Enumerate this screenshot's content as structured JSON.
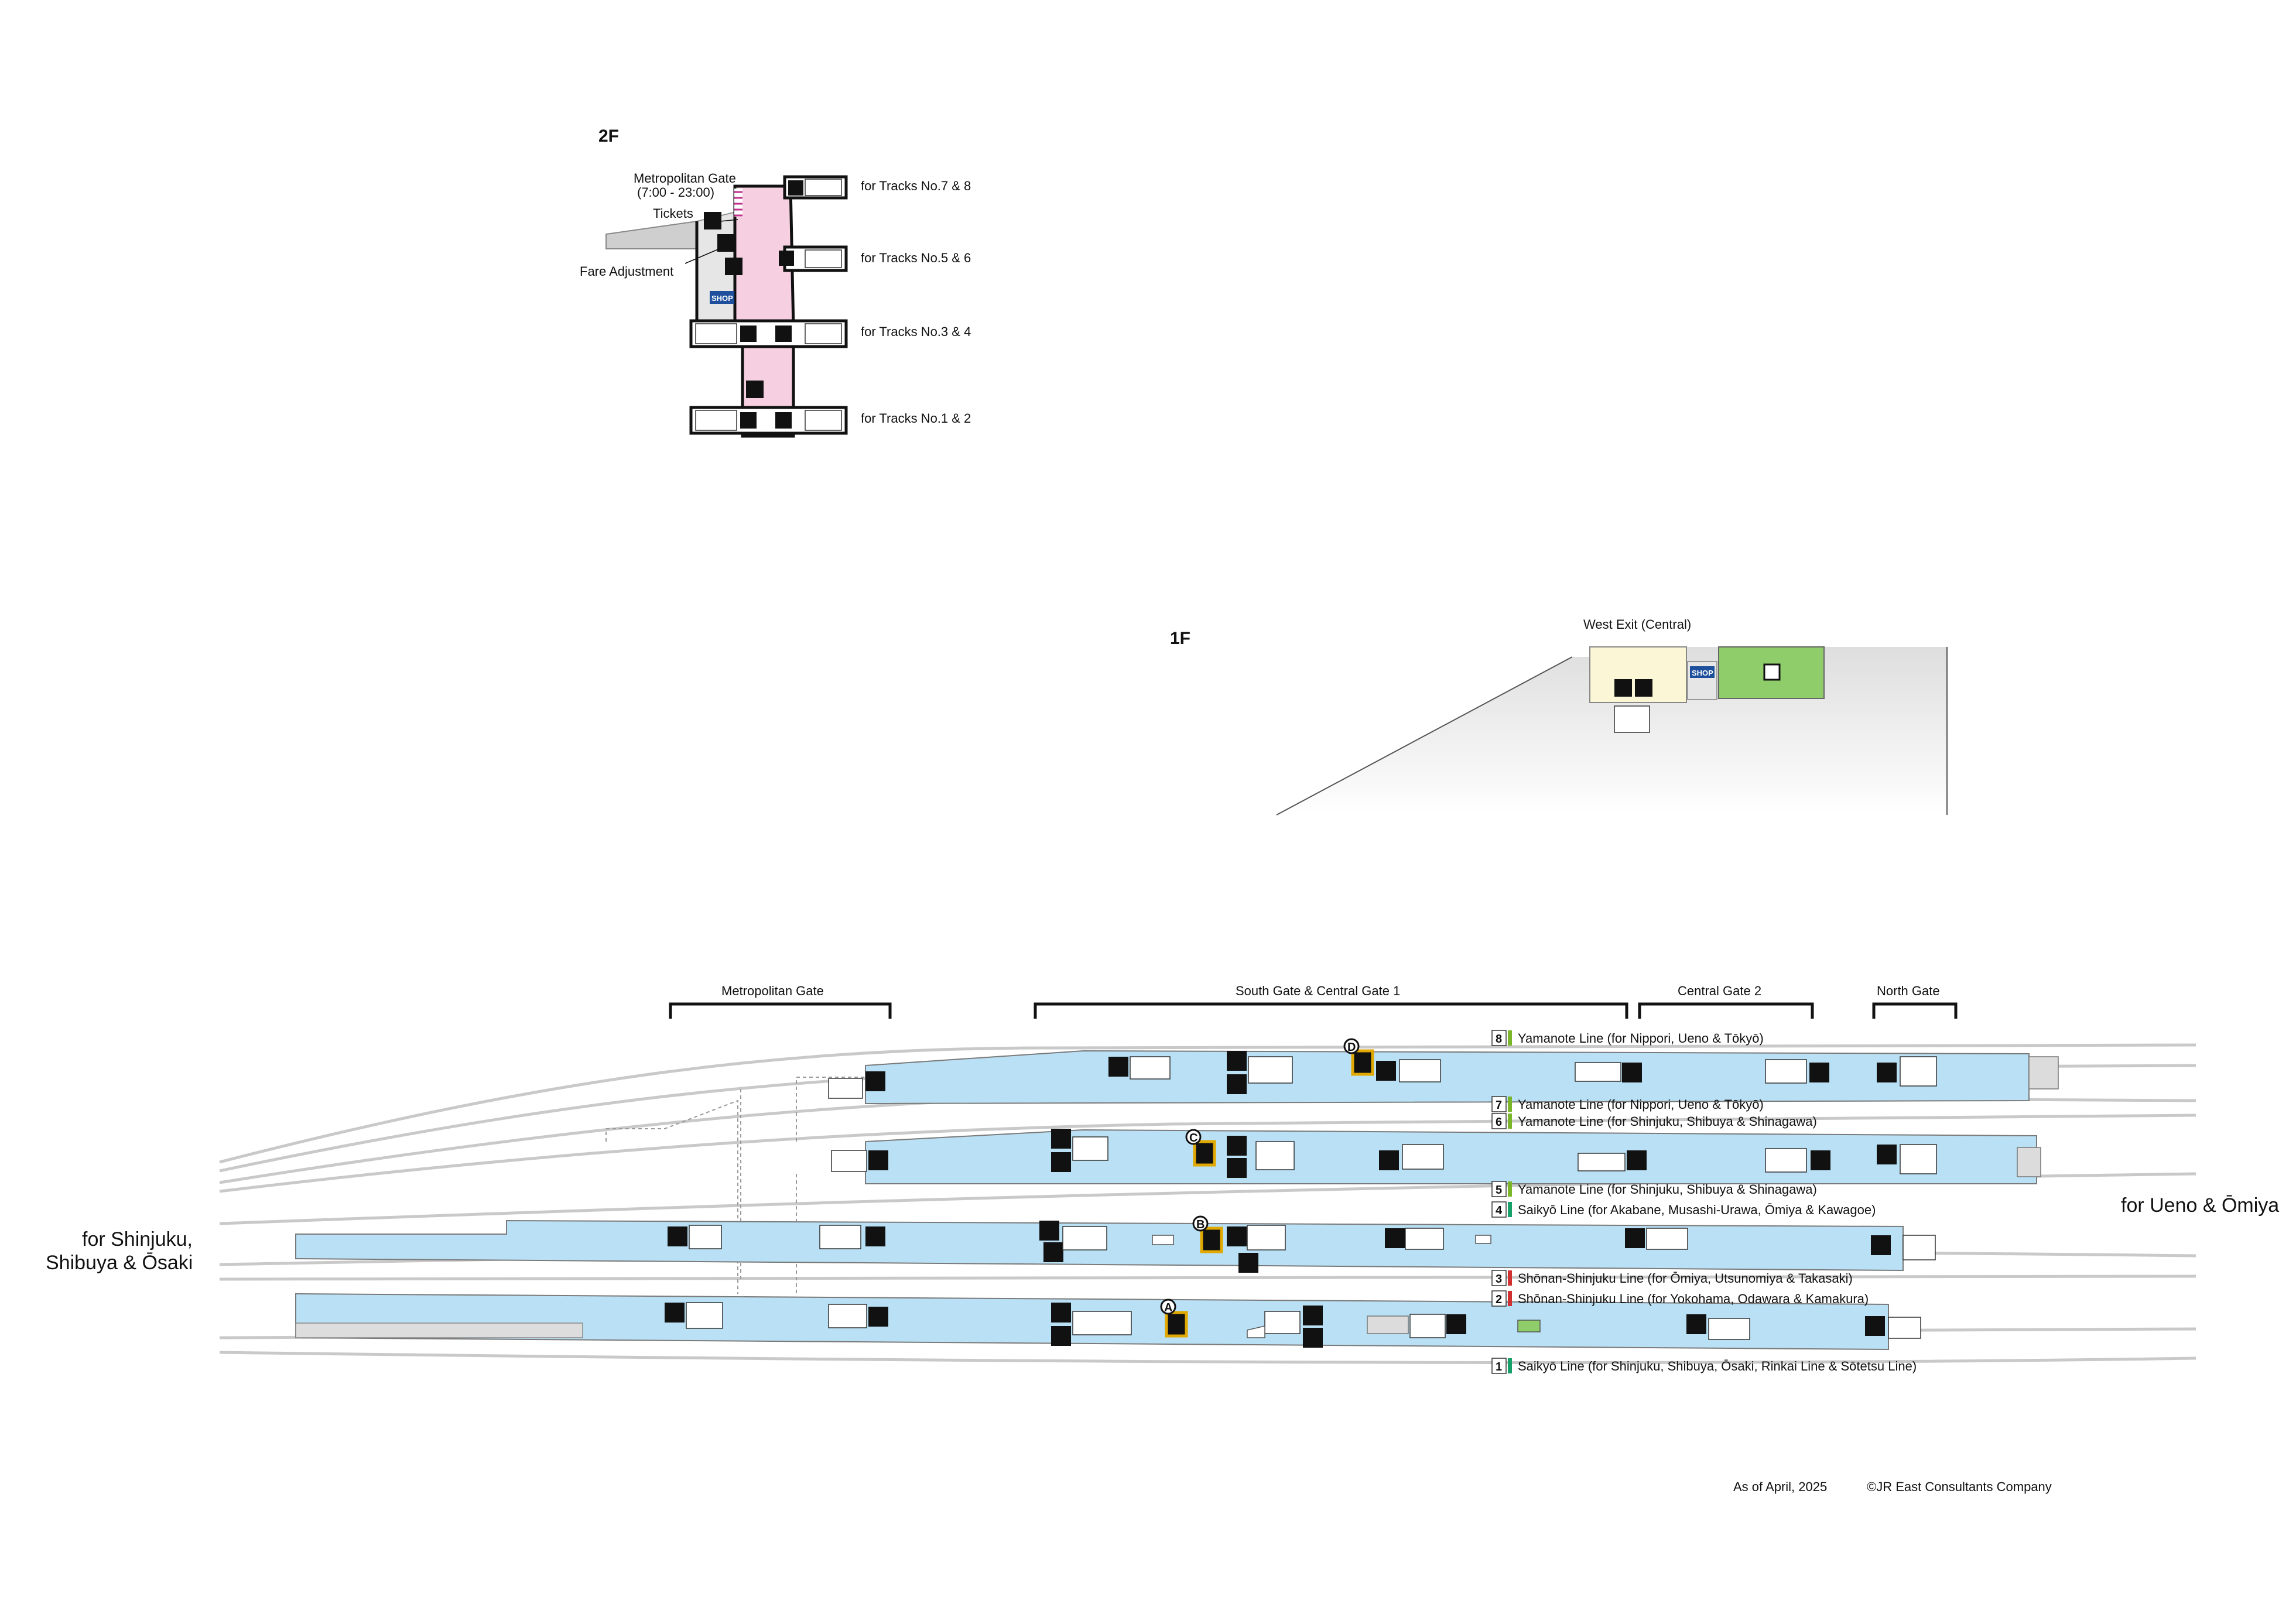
{
  "floor_2f": {
    "label": "2F",
    "metro_gate_line1": "Metropolitan Gate",
    "metro_gate_line2": "(7:00 - 23:00)",
    "tickets": "Tickets",
    "fare_adjustment": "Fare Adjustment",
    "shop": "SHOP",
    "tracks": [
      "for Tracks No.7 & 8",
      "for Tracks No.5 & 6",
      "for Tracks No.3 & 4",
      "for Tracks No.1 & 2"
    ]
  },
  "floor_1f": {
    "label": "1F",
    "west_exit": "West Exit (Central)",
    "shop": "SHOP"
  },
  "gates": {
    "metropolitan": "Metropolitan Gate",
    "south_central1": "South Gate & Central Gate 1",
    "central2": "Central Gate 2",
    "north": "North Gate"
  },
  "destinations": {
    "left_line1": "for Shinjuku,",
    "left_line2": "Shibuya & Ōsaki",
    "right": "for Ueno & Ōmiya"
  },
  "tracks": [
    {
      "num": "8",
      "color": "#7bb52a",
      "label": "Yamanote Line (for Nippori, Ueno & Tōkyō)"
    },
    {
      "num": "7",
      "color": "#7bb52a",
      "label": "Yamanote Line (for Nippori, Ueno & Tōkyō)"
    },
    {
      "num": "6",
      "color": "#7bb52a",
      "label": "Yamanote Line (for Shinjuku, Shibuya & Shinagawa)"
    },
    {
      "num": "5",
      "color": "#7bb52a",
      "label": "Yamanote Line (for Shinjuku, Shibuya & Shinagawa)"
    },
    {
      "num": "4",
      "color": "#18a06a",
      "label": "Saikyō Line (for Akabane, Musashi-Urawa, Ōmiya & Kawagoe)"
    },
    {
      "num": "3",
      "color": "#d03030",
      "label": "Shōnan-Shinjuku Line (for Ōmiya, Utsunomiya & Takasaki)"
    },
    {
      "num": "2",
      "color": "#d03030",
      "label": "Shōnan-Shinjuku Line (for Yokohama, Odawara & Kamakura)"
    },
    {
      "num": "1",
      "color": "#18a06a",
      "label": "Saikyō Line (for Shinjuku, Shibuya, Ōsaki, Rinkai Line & Sōtetsu Line)"
    }
  ],
  "markers": [
    "A",
    "B",
    "C",
    "D"
  ],
  "footer": {
    "as_of": "As of April, 2025",
    "copyright": "©JR East Consultants Company"
  },
  "colors": {
    "platform": "#b9e0f4",
    "concourse_2f": "#f6cfe0",
    "west_exit_area": "#fbf6d6",
    "green_area": "#8fcc6a",
    "shop_badge": "#1d4f9c",
    "locker_outline": "#e0a800"
  },
  "icons": [
    "escalator-icon",
    "elevator-icon",
    "ticket-machine-icon",
    "fare-adjustment-icon",
    "shop-icon",
    "locker-icon",
    "stairs-icon"
  ]
}
